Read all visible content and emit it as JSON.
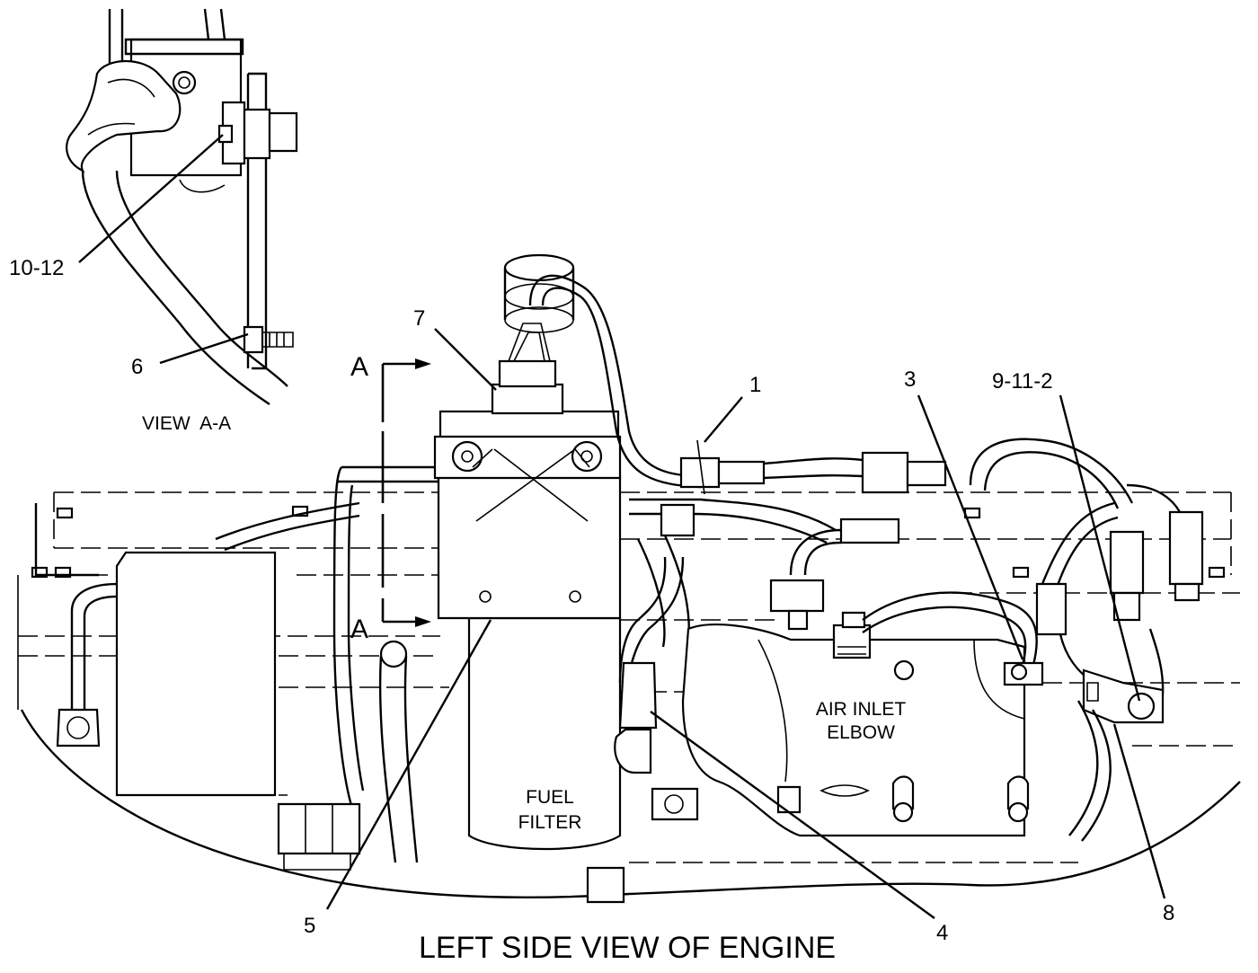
{
  "diagram": {
    "title": "LEFT SIDE VIEW OF ENGINE",
    "view_label": "VIEW  A-A",
    "section_marks": [
      "A",
      "A"
    ],
    "component_labels": {
      "fuel_filter": [
        "FUEL",
        "FILTER"
      ],
      "air_inlet_elbow": [
        "AIR INLET",
        "ELBOW"
      ]
    },
    "callouts": [
      {
        "id": "callout-1",
        "text": "1"
      },
      {
        "id": "callout-3",
        "text": "3"
      },
      {
        "id": "callout-4",
        "text": "4"
      },
      {
        "id": "callout-5",
        "text": "5"
      },
      {
        "id": "callout-6",
        "text": "6"
      },
      {
        "id": "callout-7",
        "text": "7"
      },
      {
        "id": "callout-8",
        "text": "8"
      },
      {
        "id": "callout-9-11-2",
        "text": "9-11-2"
      },
      {
        "id": "callout-10-12",
        "text": "10-12"
      }
    ]
  }
}
